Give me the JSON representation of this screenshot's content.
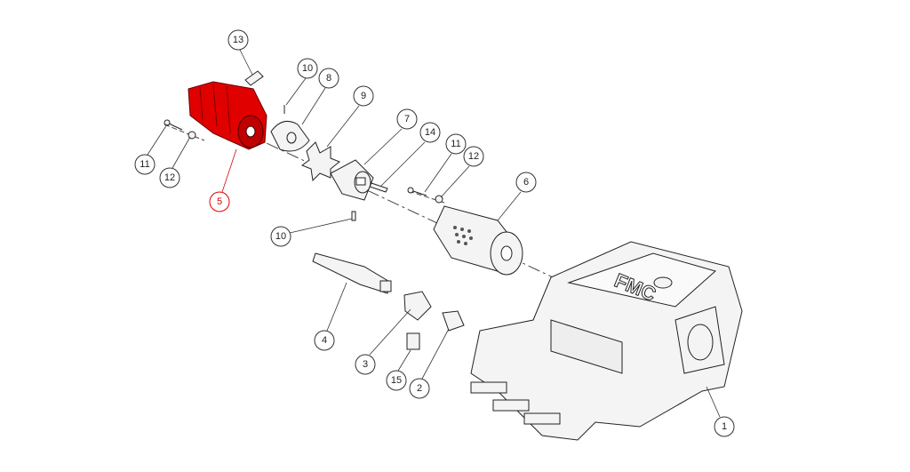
{
  "diagram": {
    "type": "exploded parts view",
    "highlight_color": "#e00000",
    "highlighted_part": "5",
    "brand_text": "FMC",
    "callouts": [
      "13",
      "10",
      "8",
      "9",
      "7",
      "14",
      "11",
      "12",
      "6",
      "11",
      "12",
      "5",
      "10",
      "4",
      "3",
      "15",
      "2",
      "1"
    ]
  }
}
